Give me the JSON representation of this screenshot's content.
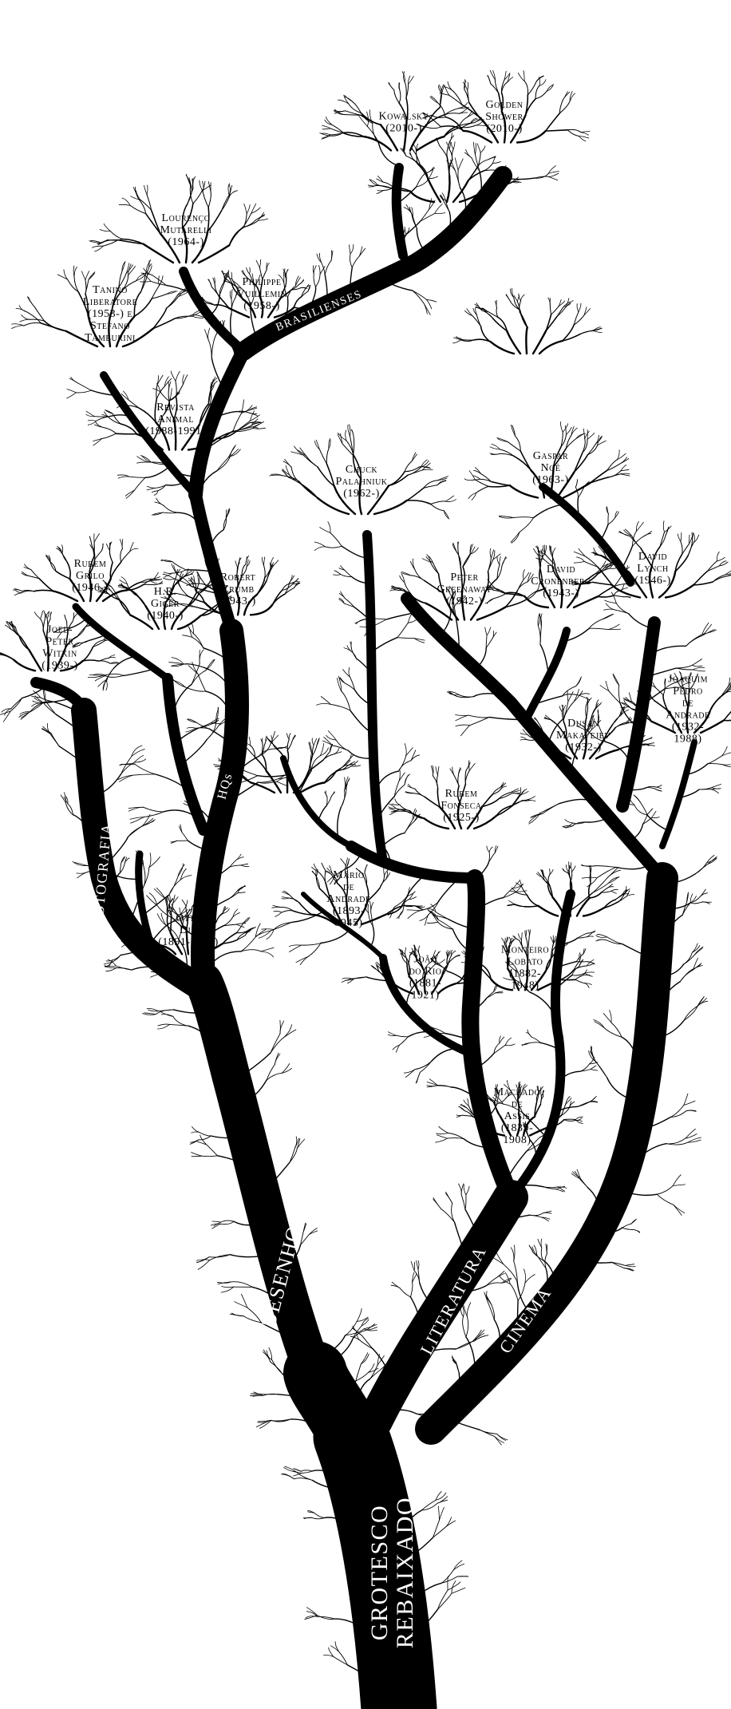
{
  "root": {
    "line1": "GROTESCO",
    "line2": "REBAIXADO"
  },
  "stems": {
    "desenho": "DESENHO",
    "literatura": "LITERATURA",
    "cinema": "CINEMA",
    "fotografia": "FOTOGRAFIA",
    "hqs": "HQs",
    "brasilienses": "BRASILIENSES"
  },
  "nodes": {
    "kowalsky": [
      "Kowalsky",
      "(2010-)"
    ],
    "golden_shower": [
      "Golden",
      "Shower",
      "(2010-)"
    ],
    "lourenco_mutarelli": [
      "Lourenço",
      "Mutarelli",
      "(1964-)"
    ],
    "philippe_vuillemin": [
      "Philippe",
      "Vuillemin",
      "(1958-)"
    ],
    "tanino_liberatore": [
      "Tanino",
      "Liberatore",
      "(1953-) e",
      "Stefano",
      "Tamburini"
    ],
    "revista_animal": [
      "Revista",
      "Animal",
      "(1988-1991)"
    ],
    "rubem_grilo": [
      "Rubem",
      "Grilo",
      "(1946-)"
    ],
    "hr_giger": [
      "H.R.",
      "Giger",
      "(1940-)"
    ],
    "robert_crumb": [
      "Robert",
      "Crumb",
      "(1943-)"
    ],
    "joel_peter_witkin": [
      "Joel-",
      "Peter",
      "Witkin",
      "(1939-)"
    ],
    "otto_dix": [
      "Otto",
      "Dix",
      "(1891-1969)"
    ],
    "chuck_palahniuk": [
      "Chuck",
      "Palahniuk",
      "(1962-)"
    ],
    "rubem_fonseca": [
      "Rubem",
      "Fonseca",
      "(1925-)"
    ],
    "mario_de_andrade": [
      "Mário",
      "de",
      "Andrade",
      "(1893-",
      "1945)"
    ],
    "joao_do_rio": [
      "João",
      "do Rio",
      "(1881-",
      "1921)"
    ],
    "monteiro_lobato": [
      "Monteiro",
      "Lobato",
      "(1882-",
      "1948)"
    ],
    "machado_de_assis": [
      "Machado",
      "de",
      "Assis",
      "(1839-",
      "1908)"
    ],
    "gaspar_noe": [
      "Gaspar",
      "Noé",
      "(1963-)"
    ],
    "david_lynch": [
      "David",
      "Lynch",
      "(1946-)"
    ],
    "peter_greenaway": [
      "Peter",
      "Greenaway",
      "(1942-)"
    ],
    "david_cronenberg": [
      "David",
      "Cronenberg",
      "(1943-)"
    ],
    "dusan_makavejev": [
      "Dusan",
      "Makavejev",
      "(1932-)"
    ],
    "joaquim_pedro_de_andrade": [
      "Joaquim",
      "Pedro",
      "de",
      "Andrade",
      "(1932-",
      "1988)"
    ]
  }
}
